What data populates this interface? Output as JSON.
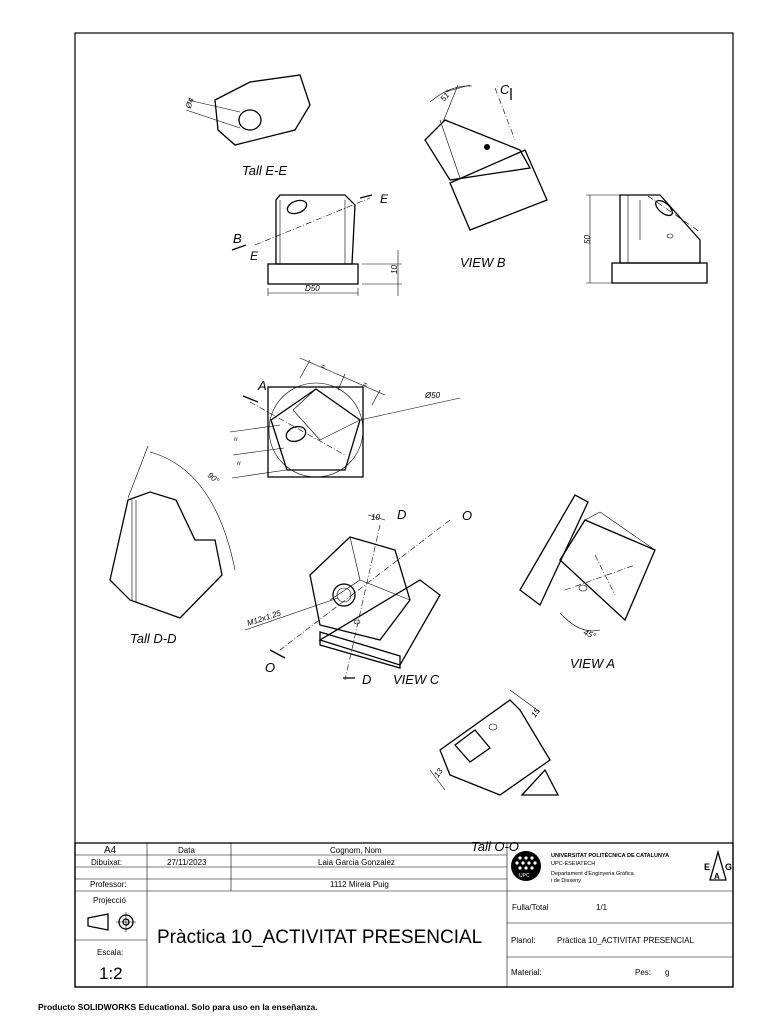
{
  "views": {
    "tall_e": "Tall E-E",
    "view_b": "VIEW B",
    "tall_d": "Tall D-D",
    "view_c": "VIEW C",
    "view_a": "VIEW A",
    "tall_o": "Tall O-O"
  },
  "markers": {
    "a": "A",
    "b": "B",
    "c": "C",
    "d": "D",
    "e": "E",
    "o": "O"
  },
  "dimensions": {
    "phi4": "Ø4",
    "angle_51": "51°",
    "d50": "D50",
    "h10": "10",
    "h50": "50",
    "phi50": "Ø50",
    "eq": "=",
    "angle_90": "90°",
    "m12": "M12x1.25",
    "d10": "10",
    "angle_45": "45°",
    "d15": "15",
    "d13": "13"
  },
  "title_block": {
    "format": "A4",
    "col_data": "Data",
    "col_name": "Cognom, Nom",
    "row_dibuixat": "Dibuixat:",
    "row_professor": "Professor:",
    "date": "27/11/2023",
    "author": "Laia Garcia Gonzalez",
    "professor": "1112 Mireia Puig",
    "projeccio": "Projecció",
    "escala_label": "Escala:",
    "escala": "1:2",
    "title": "Pràctica 10_ACTIVITAT PRESENCIAL",
    "uni1": "UNIVERSITAT POLITÈCNICA DE CATALUNYA",
    "uni2": "UPC-ESEIATECH",
    "uni3": "Departament d'Enginyeria Gràfica",
    "uni4": "i de Disseny",
    "upc": "UPC",
    "ega": "EGA",
    "fulla_label": "Fulla/Total",
    "fulla": "1/1",
    "planol_label": "Planol:",
    "planol": "Pràctica 10_ACTIVITAT PRESENCIAL",
    "material_label": "Material:",
    "pes_label": "Pes:",
    "pes_unit": "g"
  },
  "footer": "Producto SOLIDWORKS Educational. Solo para uso en la enseñanza."
}
